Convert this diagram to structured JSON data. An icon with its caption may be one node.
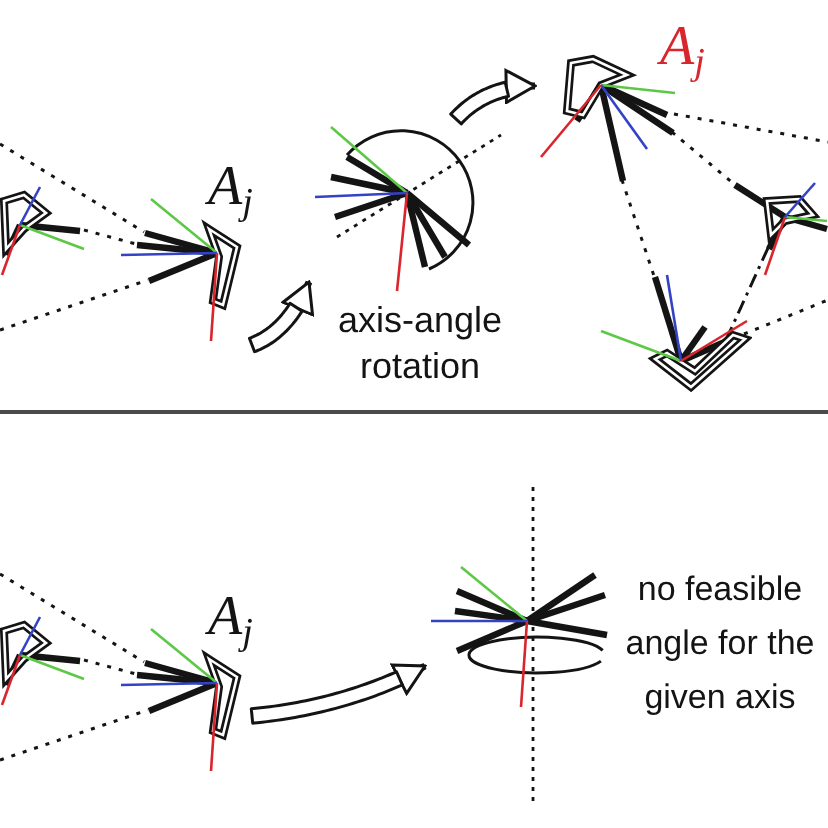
{
  "diagram": {
    "nodes": [
      {
        "text": [],
        "shape": "picture"
      },
      {
        "text": [],
        "shape": "picture",
        "beside": [
          "A$_{j}$"
        ]
      },
      {
        "text": [],
        "shape": "picture"
      },
      {
        "text": [],
        "shape": "picture",
        "beside": [
          "A$_{j}$"
        ]
      },
      {
        "text": [],
        "shape": "picture"
      },
      {
        "text": [],
        "shape": "picture"
      },
      {
        "text": [],
        "shape": "picture"
      },
      {
        "text": [],
        "shape": "picture",
        "beside": [
          "A$_{j}$"
        ]
      },
      {
        "text": [],
        "shape": "picture"
      }
    ],
    "edges": [
      {
        "from": null,
        "to": 1,
        "arrow": "none",
        "style": "dashed"
      },
      {
        "from": 0,
        "to": 1,
        "arrow": "none",
        "style": "dashed"
      },
      {
        "from": null,
        "to": 1,
        "arrow": "none",
        "style": "dashed"
      },
      {
        "from": 1,
        "to": 2,
        "arrow": "to",
        "style": "thick"
      },
      {
        "from": 2,
        "to": 3,
        "arrow": "to",
        "style": "thick"
      },
      {
        "from": 3,
        "to": null,
        "arrow": "none",
        "style": "dashed"
      },
      {
        "from": 3,
        "to": 4,
        "arrow": "none",
        "style": "dashed"
      },
      {
        "from": 3,
        "to": 5,
        "arrow": "none",
        "style": "dashed"
      },
      {
        "from": 4,
        "to": 5,
        "arrow": "none",
        "style": "dashed"
      },
      {
        "from": 5,
        "to": null,
        "arrow": "none",
        "style": "dashed"
      },
      {
        "from": null,
        "to": 7,
        "arrow": "none",
        "style": "dashed"
      },
      {
        "from": 6,
        "to": 7,
        "arrow": "none",
        "style": "dashed"
      },
      {
        "from": null,
        "to": 7,
        "arrow": "none",
        "style": "dashed"
      },
      {
        "from": 7,
        "to": 8,
        "arrow": "to",
        "style": "thick"
      }
    ],
    "labels": [
      "axis-angle rotation",
      "no feasible angle for the given axis"
    ]
  }
}
